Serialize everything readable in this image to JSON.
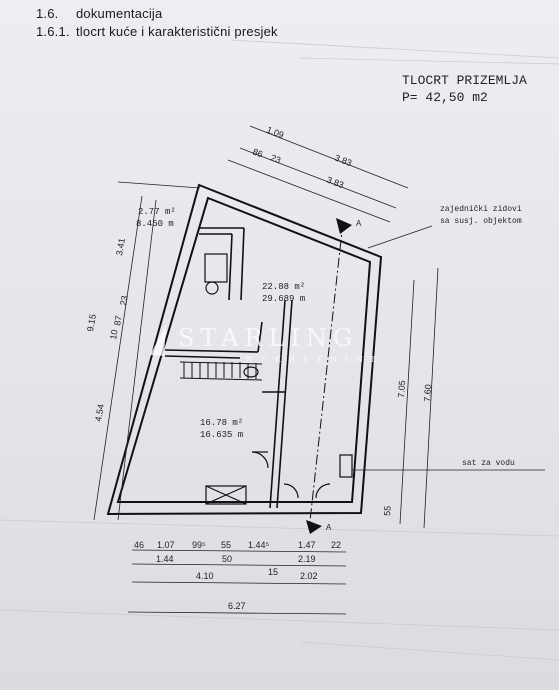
{
  "header": {
    "section_number": "1.6.",
    "section_title": "dokumentacija",
    "subsection_number": "1.6.1.",
    "subsection_title": "tlocrt kuće i karakteristični presjek"
  },
  "plan": {
    "title_line1": "TLOCRT PRIZEMLJA",
    "title_line2": "P= 42,50 m2",
    "rooms": [
      {
        "area": "2.77 m²",
        "height": "8.450 m"
      },
      {
        "area": "22.88 m²",
        "height": "29.689 m"
      },
      {
        "area": "16.78 m²",
        "height": "16.635 m"
      }
    ],
    "notes": {
      "shared_walls_1": "zajednički zidovi",
      "shared_walls_2": "sa susj. objektom",
      "water_meter": "sat za vodu"
    },
    "section_marker": "A",
    "top_dims": [
      "1.09",
      "86",
      "23",
      "3.83",
      "3.83"
    ],
    "left_dims": [
      "9.15",
      "3.41",
      "10",
      "87",
      "23",
      "4.54"
    ],
    "right_dims": [
      "7.05",
      "7.60",
      "55"
    ],
    "bottom_row1": [
      "46",
      "1.07",
      "99⁵",
      "55",
      "1.44⁵",
      "1.47",
      "22"
    ],
    "bottom_row2": [
      "1.44",
      "50",
      "2.19"
    ],
    "bottom_row3": [
      "4.10",
      "15",
      "2.02"
    ],
    "bottom_total": "6.27"
  },
  "watermark": {
    "brand": "STARLING",
    "sub": "NEKRETNINE"
  }
}
